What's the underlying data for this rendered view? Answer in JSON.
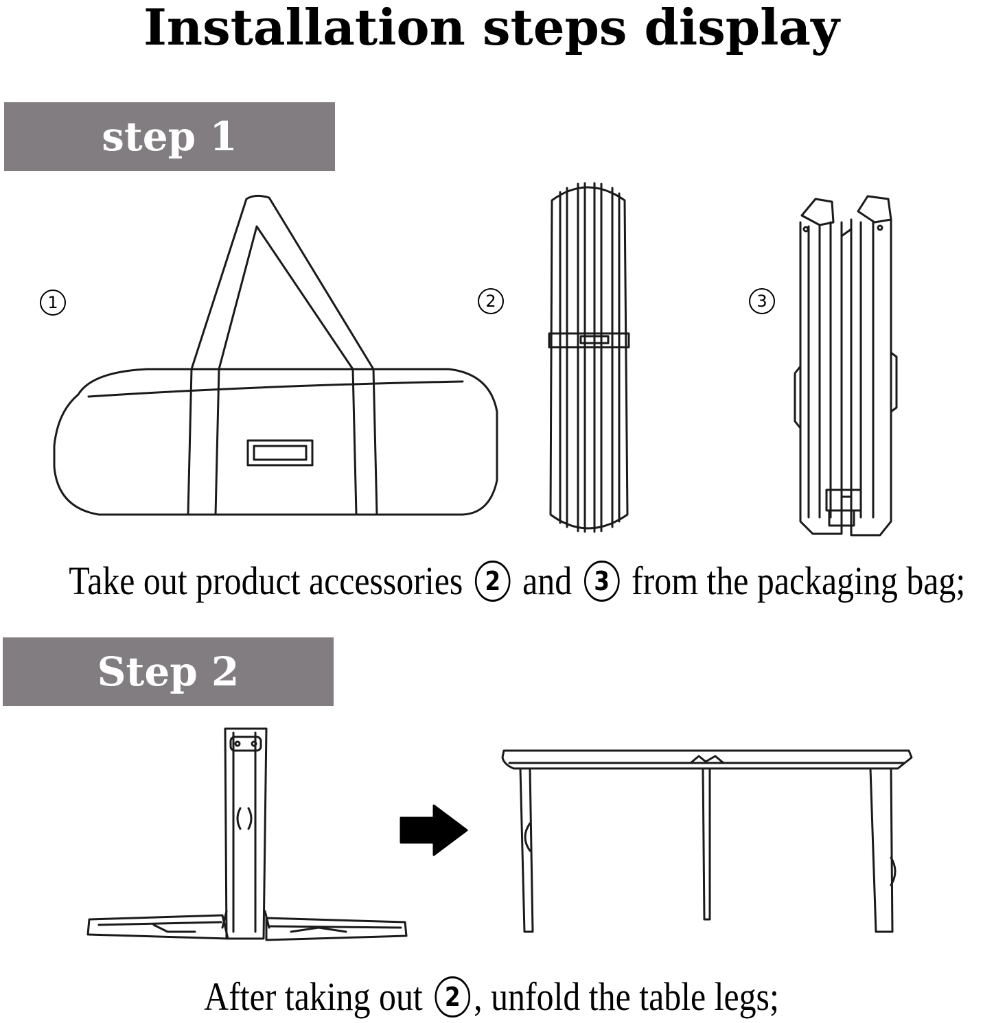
{
  "title": "Installation steps display",
  "steps": [
    {
      "label": "step 1",
      "markers": [
        "1",
        "2",
        "3"
      ],
      "caption": {
        "before": "Take out product accessories",
        "num_a": "2",
        "middle": "and",
        "num_b": "3",
        "after": "from the packaging bag;"
      }
    },
    {
      "label": "Step 2",
      "caption": {
        "before": "After taking out",
        "num_a": "2",
        "after": ", unfold the table legs;"
      }
    }
  ],
  "icons": [
    "carry-bag-icon",
    "rolled-tabletop-icon",
    "folded-frame-icon",
    "folded-legs-icon",
    "arrow-right-icon",
    "table-frame-icon"
  ]
}
